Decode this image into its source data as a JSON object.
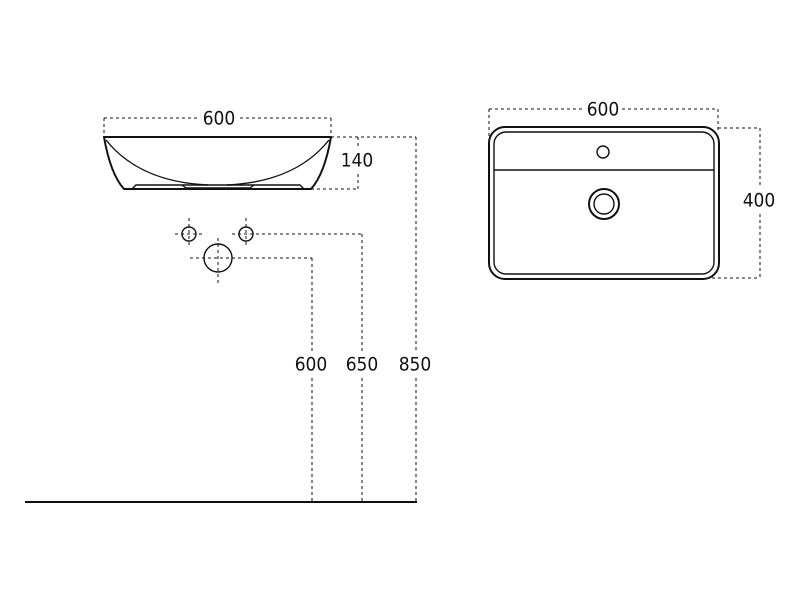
{
  "dimensions": {
    "side_width": "600",
    "side_height": "140",
    "drain_height": "600",
    "tap_height": "650",
    "total_height": "850",
    "top_width": "600",
    "top_depth": "400"
  },
  "colors": {
    "line": "#111111",
    "background": "#ffffff"
  }
}
